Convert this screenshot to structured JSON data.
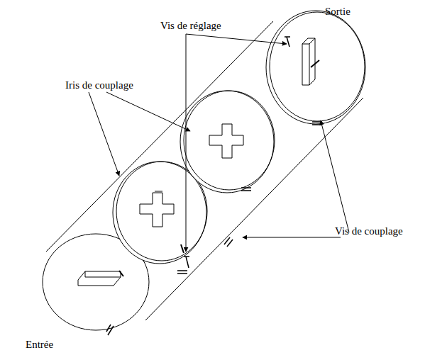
{
  "diagram": {
    "labels": [
      "Sortie",
      "Vis de réglage",
      "Iris de couplage",
      "Vis de couplage",
      "Entrée"
    ]
  }
}
